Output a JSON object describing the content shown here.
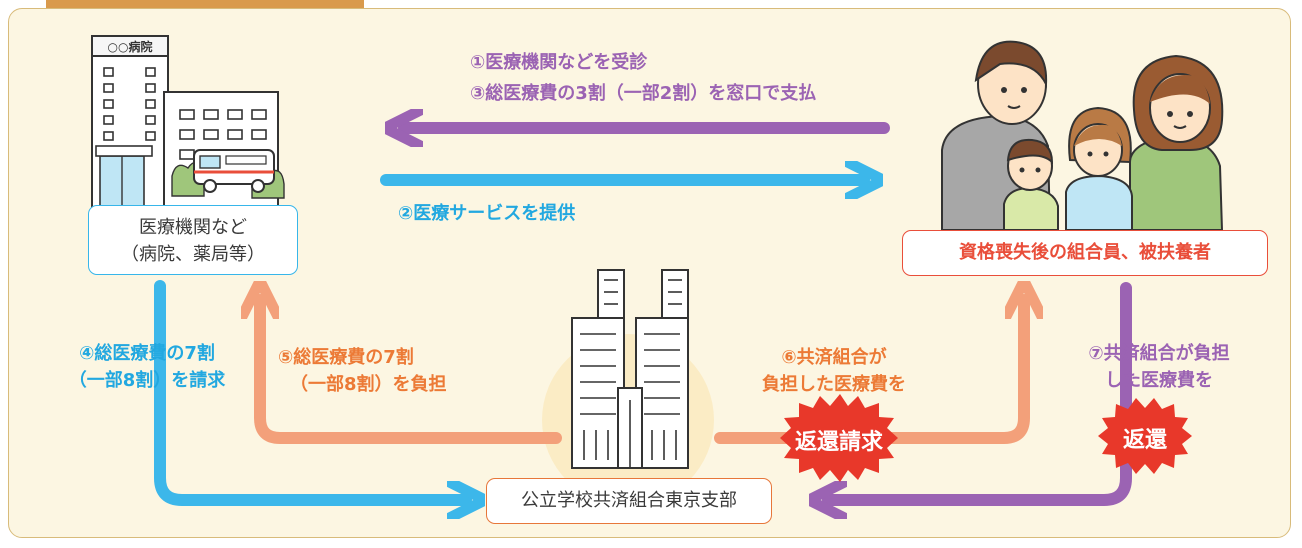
{
  "hospital_sign": "○○病院",
  "medical_institution": {
    "line1": "医療機関など",
    "line2": "（病院、薬局等）"
  },
  "member_box": "資格喪失後の組合員、被扶養者",
  "branch_box": "公立学校共済組合東京支部",
  "step1": "①医療機関などを受診",
  "step3": "③総医療費の3割（一部2割）を窓口で支払",
  "step2": "②医療サービスを提供",
  "step4": {
    "line1": "④総医療費の7割",
    "line2": "（一部8割）を請求"
  },
  "step5": {
    "line1": "⑤総医療費の7割",
    "line2": "（一部8割）を負担"
  },
  "step6": {
    "line1": "⑥共済組合が",
    "line2": "負担した医療費を"
  },
  "step7": {
    "line1": "⑦共済組合が負担",
    "line2": "した医療費を"
  },
  "burst_refund_request": "返還請求",
  "burst_refund": "返還",
  "colors": {
    "purple": "#9b63b3",
    "blue": "#3cb7ea",
    "orange": "#f3a07a",
    "red": "#e8382a",
    "panel": "#fcf6e2"
  }
}
